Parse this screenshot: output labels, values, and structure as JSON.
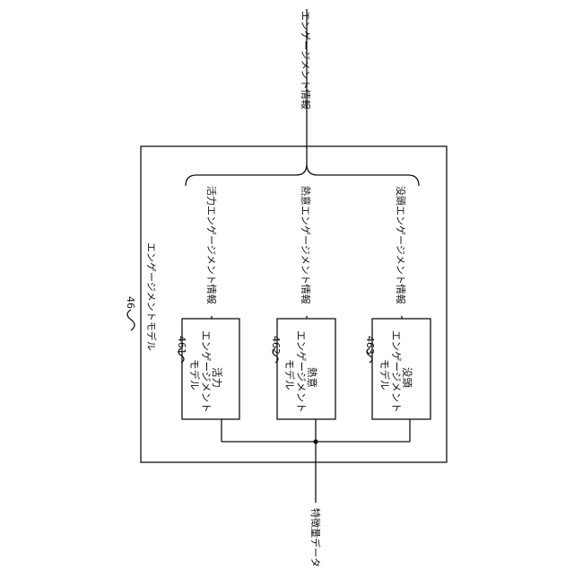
{
  "diagram": {
    "output_label": "エンゲージメント情報",
    "input_label": "特徴量データ",
    "outer_model": {
      "ref": "46",
      "label": "エンゲージメントモデル"
    },
    "submodels": [
      {
        "ref": "461",
        "line1": "活力",
        "line2": "エンゲージメント",
        "line3": "モデル",
        "output": "活力エンゲージメント情報"
      },
      {
        "ref": "462",
        "line1": "熱意",
        "line2": "エンゲージメント",
        "line3": "モデル",
        "output": "熱意エンゲージメント情報"
      },
      {
        "ref": "463",
        "line1": "没頭",
        "line2": "エンゲージメント",
        "line3": "モデル",
        "output": "没頭エンゲージメント情報"
      }
    ]
  }
}
